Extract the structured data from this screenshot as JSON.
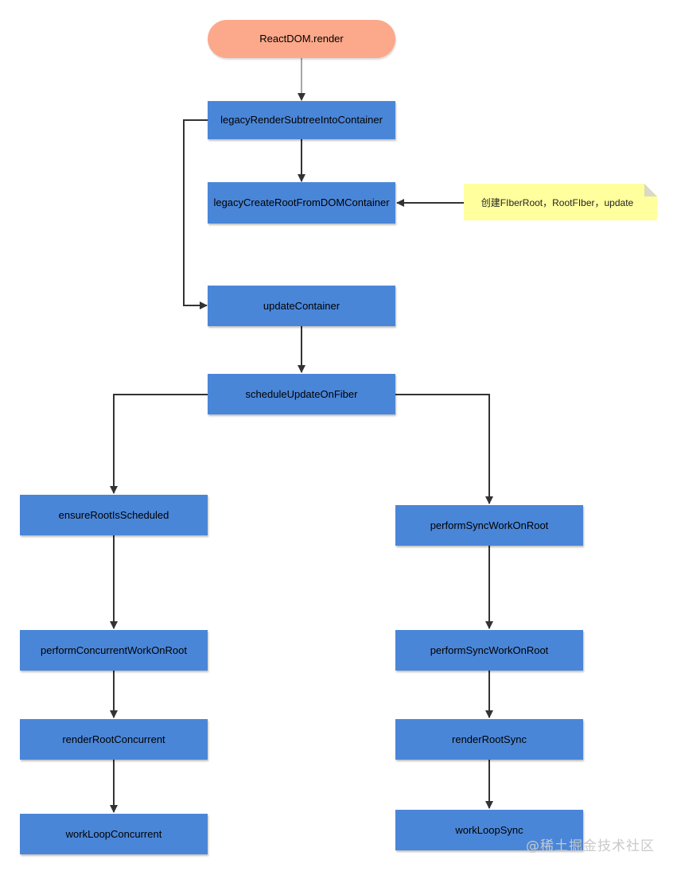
{
  "nodes": {
    "start": "ReactDOM.render",
    "legacy_render_subtree": "legacyRenderSubtreeIntoContainer",
    "legacy_create_root": "legacyCreateRootFromDOMContainer",
    "update_container": "updateContainer",
    "schedule_update": "scheduleUpdateOnFiber",
    "ensure_root_scheduled": "ensureRootIsScheduled",
    "perform_concurrent": "performConcurrentWorkOnRoot",
    "render_root_concurrent": "renderRootConcurrent",
    "work_loop_concurrent": "workLoopConcurrent",
    "perform_sync_1": "performSyncWorkOnRoot",
    "perform_sync_2": "performSyncWorkOnRoot",
    "render_root_sync": "renderRootSync",
    "work_loop_sync": "workLoopSync"
  },
  "note": "创建FIberRoot，RootFIber，update",
  "watermark": "@稀土掘金技术社区",
  "colors": {
    "process_box": "#4a86d8",
    "start_box": "#fca88b",
    "note": "#ffff9e",
    "arrow": "#333333"
  }
}
